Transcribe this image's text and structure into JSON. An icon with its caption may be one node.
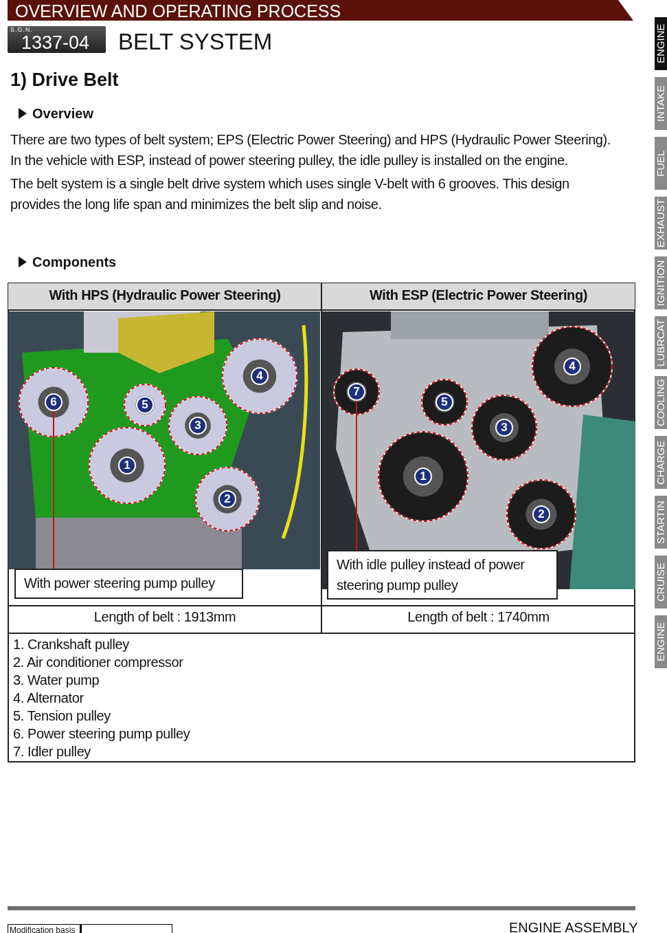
{
  "diagram": {
    "title": "BELT SYSTEM",
    "nodes": [
      {
        "text": [],
        "shape": "picture"
      },
      {
        "text": [
          "4"
        ],
        "in": 0
      },
      {
        "text": [
          "6"
        ],
        "in": 0
      },
      {
        "text": [
          "5"
        ],
        "in": 0
      },
      {
        "text": [
          "3"
        ],
        "in": 0
      },
      {
        "text": [
          "1"
        ],
        "in": 0
      },
      {
        "text": [
          "2"
        ],
        "in": 0
      },
      {
        "text": [
          "With power steering pump pulley"
        ]
      },
      {
        "text": [],
        "shape": "picture"
      },
      {
        "text": [
          "4"
        ],
        "in": 8
      },
      {
        "text": [
          "7"
        ],
        "in": 8
      },
      {
        "text": [
          "5"
        ],
        "in": 8
      },
      {
        "text": [
          "3"
        ],
        "in": 8
      },
      {
        "text": [
          "1"
        ],
        "in": 8
      },
      {
        "text": [
          "2"
        ],
        "in": 8
      },
      {
        "text": [
          "With idle pulley instead of power steering pump pulley"
        ]
      }
    ],
    "edges": [
      {
        "from": 7,
        "to": 2,
        "arrow": "none"
      },
      {
        "from": 15,
        "to": 10,
        "arrow": "none"
      }
    ],
    "labels": [
      "OVERVIEW AND OPERATING PROCESS",
      "S.G.N.",
      "1337-04",
      "1) Drive Belt",
      "Overview",
      "There are two types of belt system; EPS (Electric Power Steering) and HPS (Hydraulic Power Steering).",
      "In the vehicle with ESP, instead of power steering pulley, the idle pulley is installed on the engine.",
      "The belt system is a single belt drive system which uses single V-belt with 6 grooves. This design provides the long life span and minimizes the belt slip and noise.",
      "Components",
      "With HPS (Hydraulic Power Steering)",
      "With ESP (Electric Power Steering)",
      "Length of belt : 1913mm",
      "Length of belt : 1740mm",
      "1. Crankshaft pulley",
      "2. Air conditioner compressor",
      "3. Water pump",
      "4. Alternator",
      "5. Tension pulley",
      "6. Power steering pump pulley",
      "7. Idler pulley",
      "Modification basis",
      "ENGINE ASSEMBLY",
      "ENGINE",
      "INTAKE",
      "FUEL",
      "EXHAUST",
      "IGNITION",
      "LUBRCAT",
      "COOLING",
      "CHARGE",
      "STARTIN",
      "CRUISE",
      "ENGINE"
    ]
  }
}
